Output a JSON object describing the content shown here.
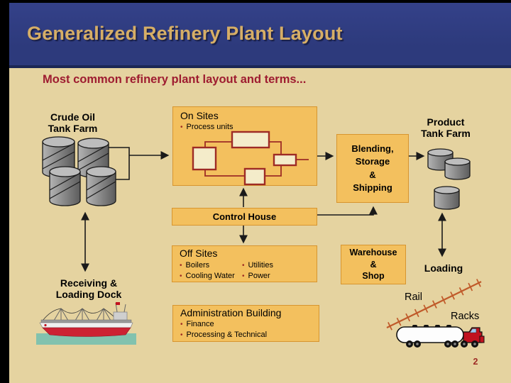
{
  "slide": {
    "title": "Generalized Refinery Plant Layout",
    "subtitle": "Most common refinery plant layout and terms...",
    "page_number": "2"
  },
  "labels": {
    "crude_tank_farm_line1": "Crude Oil",
    "crude_tank_farm_line2": "Tank Farm",
    "product_tank_farm_line1": "Product",
    "product_tank_farm_line2": "Tank Farm",
    "receiving_line1": "Receiving &",
    "receiving_line2": "Loading Dock",
    "loading": "Loading",
    "rail": "Rail",
    "racks": "Racks"
  },
  "boxes": {
    "on_sites": {
      "title": "On Sites",
      "bullet": "Process units"
    },
    "blending": {
      "line1": "Blending,",
      "line2": "Storage",
      "line3": "&",
      "line4": "Shipping"
    },
    "control_house": {
      "title": "Control House"
    },
    "off_sites": {
      "title": "Off Sites",
      "col1": [
        "Boilers",
        "Cooling Water"
      ],
      "col2": [
        "Utilities",
        "Power"
      ]
    },
    "warehouse": {
      "line1": "Warehouse",
      "line2": "&",
      "line3": "Shop"
    },
    "admin": {
      "title": "Administration Building",
      "bullets": [
        "Finance",
        "Processing & Technical"
      ]
    }
  },
  "colors": {
    "header_blue": "#2d3a7c",
    "title_gold": "#d6ae66",
    "subtitle_red": "#9e1c30",
    "body_tan": "#e5d3a0",
    "box_orange": "#f3c05e",
    "box_border": "#d7952f",
    "diagram_red": "#9e2b25",
    "rail_orange": "#c05a2a"
  }
}
